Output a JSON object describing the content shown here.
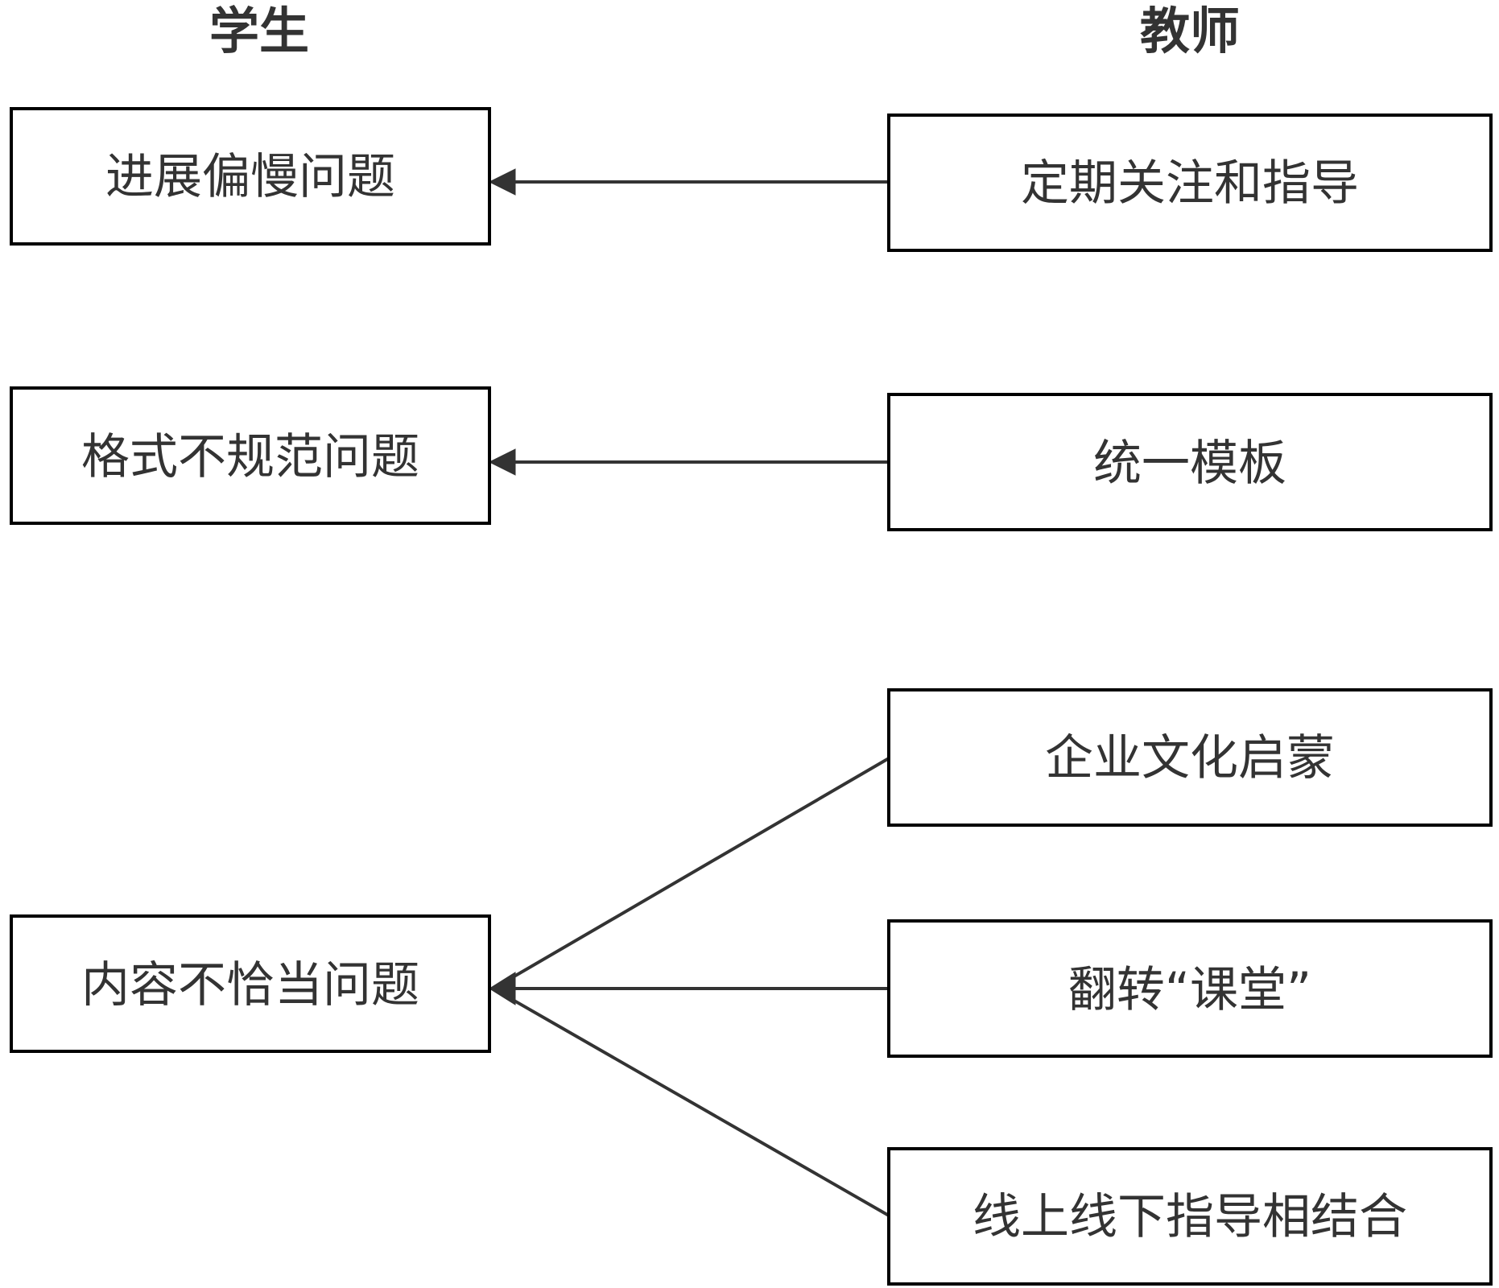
{
  "headers": {
    "student": "学生",
    "teacher": "教师"
  },
  "student_nodes": {
    "progress": "进展偏慢问题",
    "format": "格式不规范问题",
    "content": "内容不恰当问题"
  },
  "teacher_nodes": {
    "regular": "定期关注和指导",
    "template": "统一模板",
    "culture": "企业文化启蒙",
    "flipped": "翻转“课堂”",
    "blended": "线上线下指导相结合"
  },
  "edges": [
    {
      "from": "teacher_nodes.regular",
      "to": "student_nodes.progress"
    },
    {
      "from": "teacher_nodes.template",
      "to": "student_nodes.format"
    },
    {
      "from": "teacher_nodes.culture",
      "to": "student_nodes.content"
    },
    {
      "from": "teacher_nodes.flipped",
      "to": "student_nodes.content"
    },
    {
      "from": "teacher_nodes.blended",
      "to": "student_nodes.content"
    }
  ],
  "colors": {
    "box_border": "#000000",
    "line": "#333333",
    "text": "#333333"
  }
}
